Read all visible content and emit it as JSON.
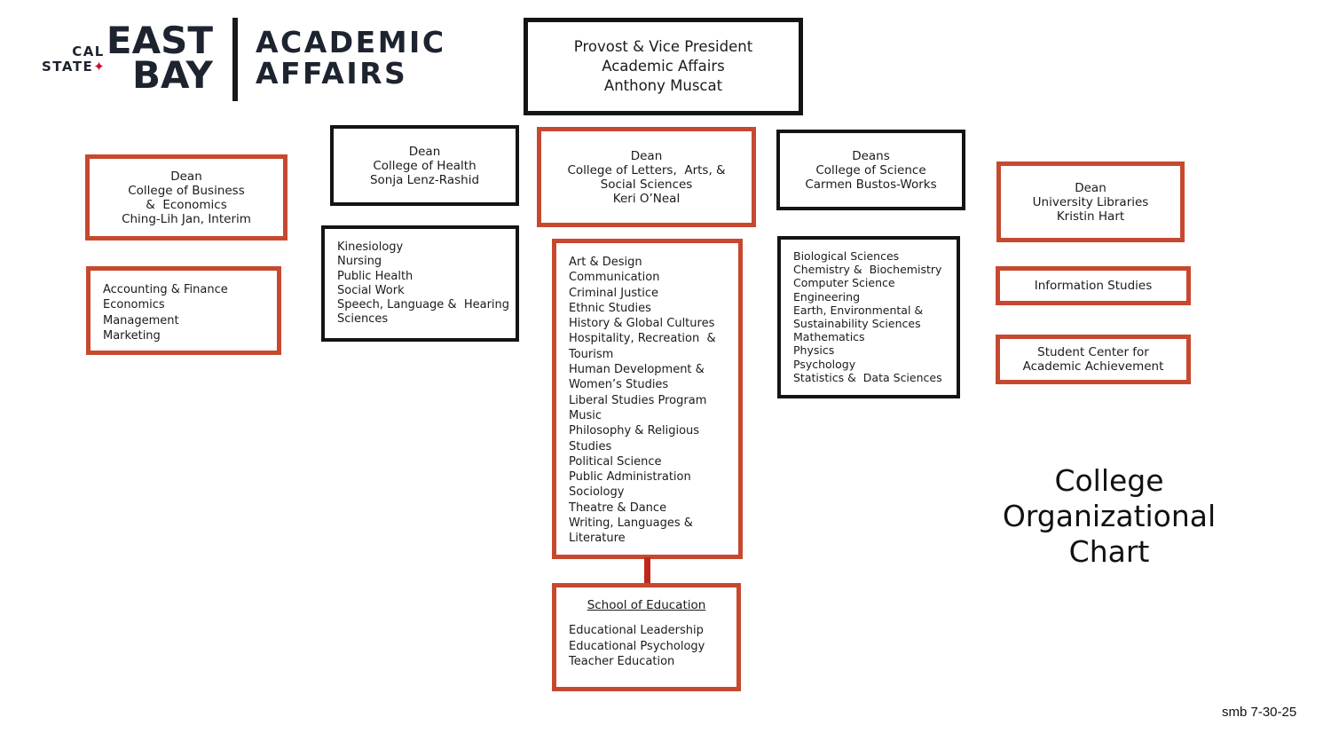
{
  "colors": {
    "box_red": "#c6492f",
    "box_black": "#141414",
    "connector_red": "#c0271c",
    "logo_dark": "#1d2430",
    "logo_star_red": "#c8102e"
  },
  "logo": {
    "cal": "CAL",
    "state": "STATE",
    "star": "✦",
    "east": "EAST",
    "bay": "BAY",
    "unit_lines": [
      "ACADEMIC",
      "AFFAIRS"
    ]
  },
  "boxes": {
    "provost": {
      "lines": [
        "Provost & Vice President",
        "Academic Affairs",
        "Anthony Muscat"
      ]
    },
    "dean_business": {
      "lines": [
        "Dean",
        "College of Business",
        "&  Economics",
        "Ching-Lih Jan, Interim"
      ]
    },
    "dean_health": {
      "lines": [
        "Dean",
        "College of Health",
        "Sonja Lenz-Rashid"
      ]
    },
    "dean_letters": {
      "lines": [
        "Dean",
        "College of Letters,  Arts, &",
        "Social Sciences",
        "Keri O’Neal"
      ]
    },
    "deans_science": {
      "lines": [
        "Deans",
        "College of Science",
        "Carmen Bustos-Works"
      ]
    },
    "dean_libraries": {
      "lines": [
        "Dean",
        "University Libraries",
        "Kristin Hart"
      ]
    },
    "business_departments": {
      "items": [
        "Accounting & Finance",
        "Economics",
        "Management",
        "Marketing"
      ]
    },
    "health_departments": {
      "items": [
        "Kinesiology",
        "Nursing",
        "Public Health",
        "Social Work",
        "Speech, Language &  Hearing Sciences"
      ]
    },
    "letters_departments": {
      "items": [
        "Art & Design",
        "Communication",
        "Criminal Justice",
        "Ethnic Studies",
        "History & Global Cultures",
        "Hospitality, Recreation  & Tourism",
        "Human Development & Women’s Studies",
        "Liberal Studies Program",
        "Music",
        "Philosophy & Religious Studies",
        "Political Science",
        "Public Administration",
        "Sociology",
        "Theatre & Dance",
        "Writing, Languages & Literature"
      ]
    },
    "science_departments": {
      "items": [
        "Biological Sciences",
        "Chemistry &  Biochemistry",
        "Computer Science",
        "Engineering",
        "Earth, Environmental & Sustainability Sciences",
        "Mathematics",
        "Physics",
        "Psychology",
        "Statistics &  Data Sciences"
      ]
    },
    "information_studies": {
      "lines": [
        "Information Studies"
      ]
    },
    "student_center": {
      "lines": [
        "Student Center for",
        "Academic Achievement"
      ]
    },
    "school_of_education": {
      "heading": "School of Education",
      "items": [
        "Educational Leadership",
        "Educational Psychology",
        "Teacher Education"
      ]
    }
  },
  "title": {
    "lines": [
      "College",
      "Organizational",
      "Chart"
    ]
  },
  "credit": "smb 7-30-25"
}
